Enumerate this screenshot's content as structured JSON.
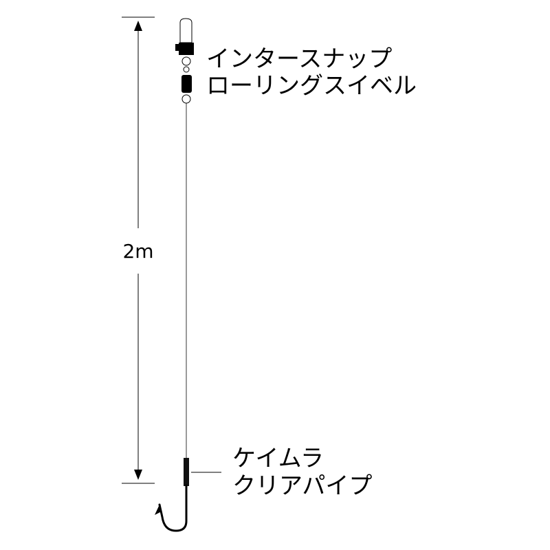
{
  "diagram": {
    "length_label": "2m",
    "snap_label": "インタースナップ",
    "swivel_label": "ローリングスイベル",
    "tube_label_line1": "ケイムラ",
    "tube_label_line2": "クリアパイプ"
  },
  "colors": {
    "line": "#000000",
    "background": "#ffffff"
  }
}
